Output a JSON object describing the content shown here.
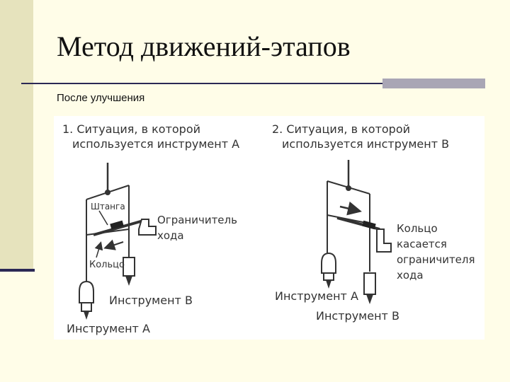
{
  "slide": {
    "title": "Метод движений-этапов",
    "subtitle": "После улучшения"
  },
  "colors": {
    "background": "#fffde8",
    "band": "#e6e3bd",
    "rule": "#2b2855",
    "rule_block": "#a9a6b5"
  },
  "figure": {
    "panel1": {
      "heading_line1": "1. Ситуация, в которой",
      "heading_line2": "используется инструмент А",
      "label_rod": "Штанга",
      "label_stop_line1": "Ограничитель",
      "label_stop_line2": "хода",
      "label_ring": "Кольцо",
      "label_tool_b": "Инструмент В",
      "label_tool_a": "Инструмент А"
    },
    "panel2": {
      "heading_line1": "2. Ситуация, в которой",
      "heading_line2": "используется инструмент В",
      "label_ring_line1": "Кольцо",
      "label_ring_line2": "касается",
      "label_ring_line3": "ограничителя",
      "label_ring_line4": "хода",
      "label_tool_a": "Инструмент А",
      "label_tool_b": "Инструмент В"
    }
  }
}
